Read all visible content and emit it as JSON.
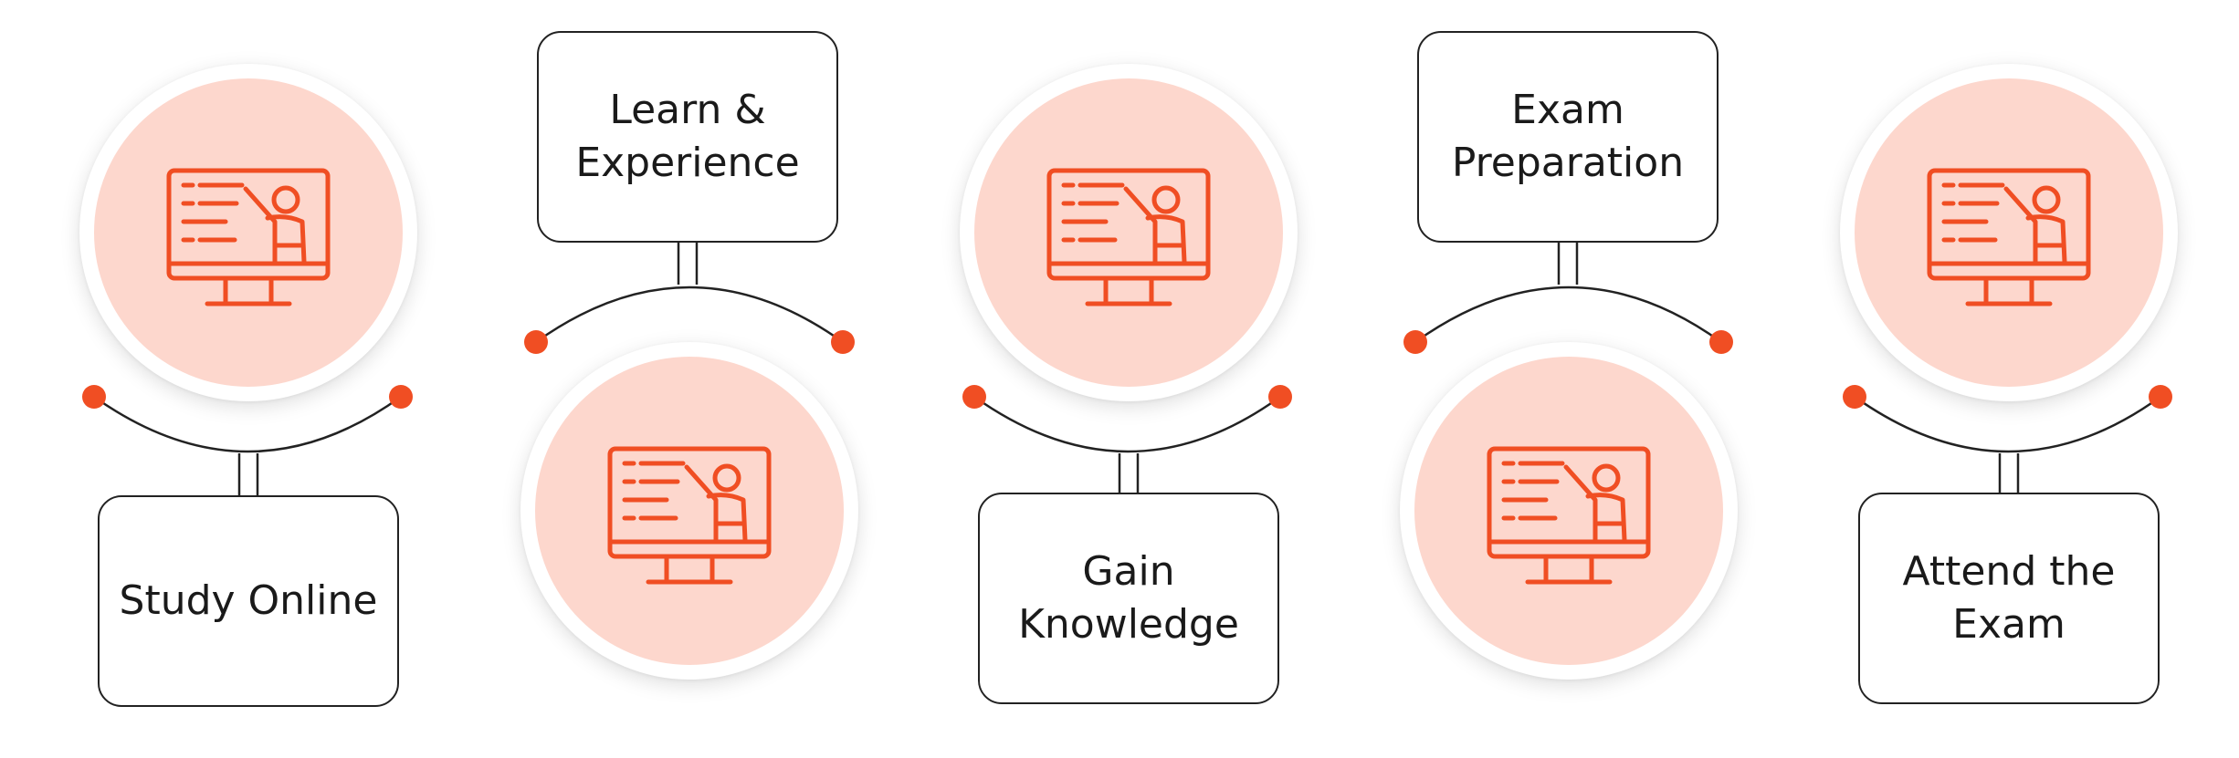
{
  "steps": [
    {
      "label": "Study Online",
      "icon": "teacher-monitor-icon"
    },
    {
      "label": "Learn & Experience",
      "icon": "teacher-monitor-icon"
    },
    {
      "label": "Gain Knowledge",
      "icon": "teacher-monitor-icon"
    },
    {
      "label": "Exam Preparation",
      "icon": "teacher-monitor-icon"
    },
    {
      "label": "Attend the Exam",
      "icon": "teacher-monitor-icon"
    }
  ],
  "colors": {
    "accent": "#f04e23",
    "circle_fill": "#fdd7cd",
    "line": "#222222",
    "background": "#ffffff"
  }
}
